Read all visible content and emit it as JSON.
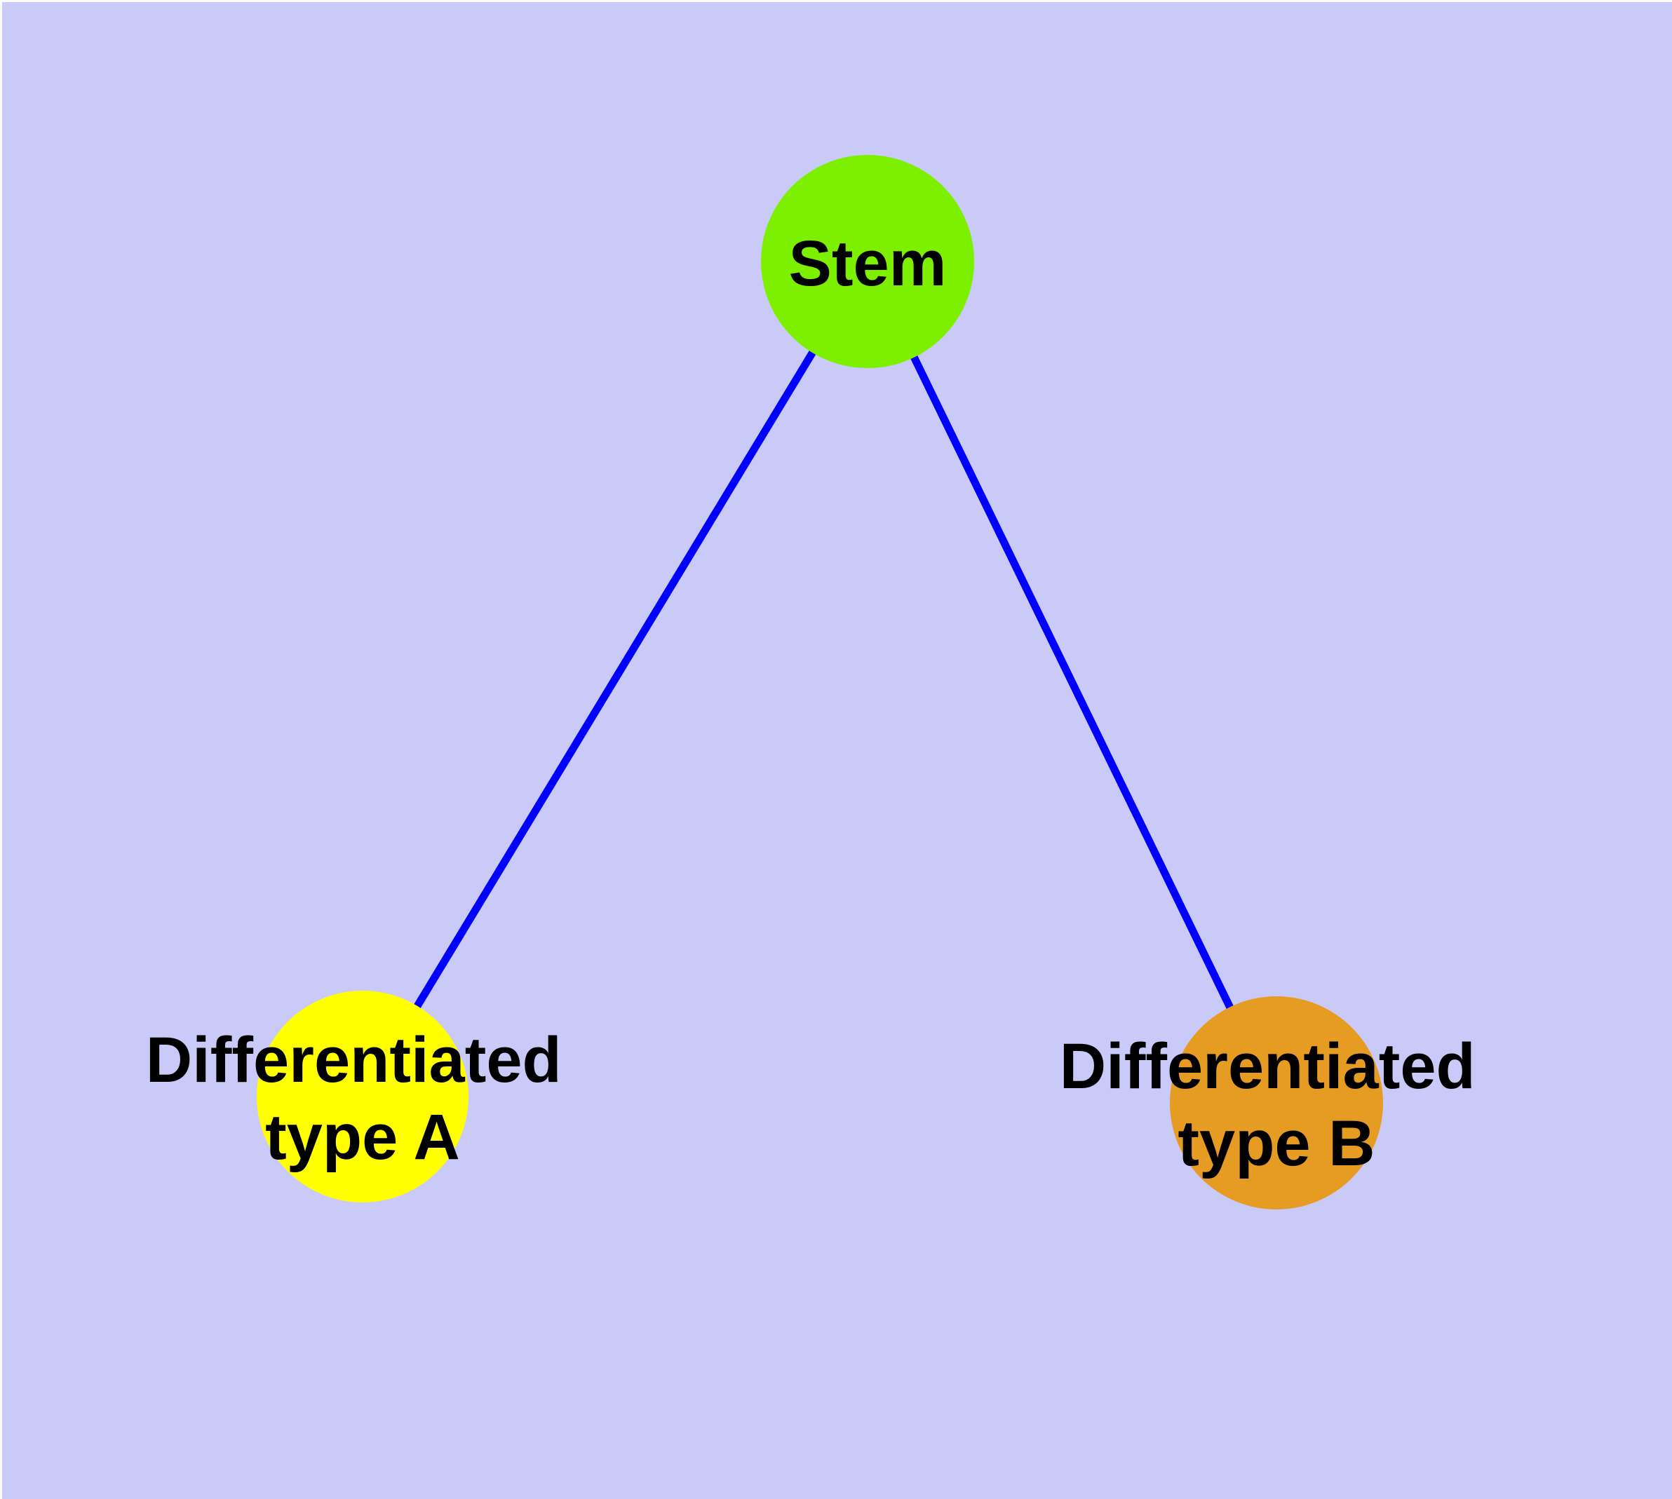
{
  "diagram": {
    "background_color": "#CACAF8",
    "edge_color": "#0000FF",
    "node_border_color": "#7D7D7D",
    "label_color": "#000000",
    "nodes": [
      {
        "id": "stem",
        "label_lines": [
          "Stem",
          ""
        ],
        "label": "Stem",
        "fill": "#7DF000"
      },
      {
        "id": "differentiated-type-a",
        "label_lines": [
          "Differentiated",
          "type A"
        ],
        "label": "Differentiated type A",
        "fill": "#FFFF00"
      },
      {
        "id": "differentiated-type-b",
        "label_lines": [
          "Differentiated",
          "type B"
        ],
        "label": "Differentiated type B",
        "fill": "#E69B23"
      }
    ],
    "edges": [
      {
        "from": "stem",
        "to": "differentiated-type-a"
      },
      {
        "from": "stem",
        "to": "differentiated-type-b"
      }
    ]
  }
}
